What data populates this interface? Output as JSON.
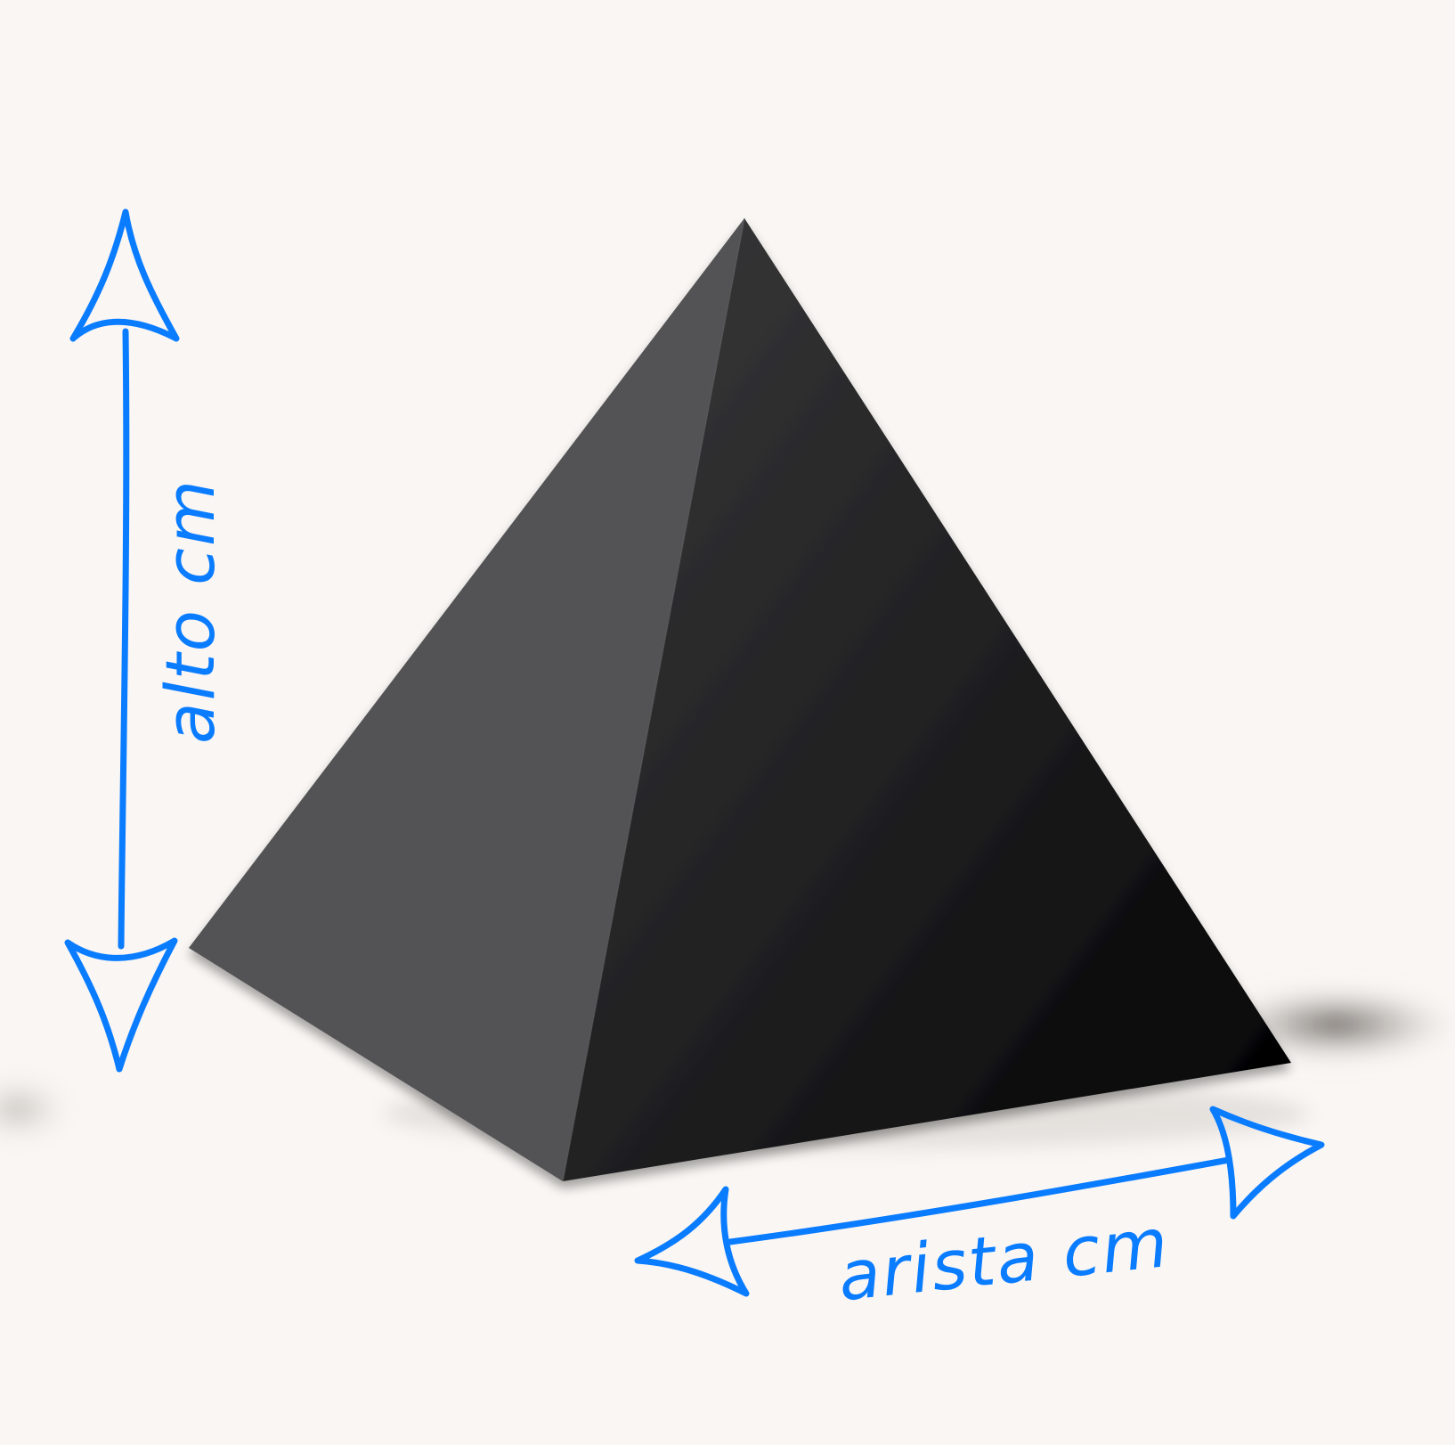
{
  "diagram": {
    "height_label": "alto cm",
    "edge_label": "arista cm",
    "colors": {
      "background": "#f9f6f3",
      "annotation": "#0a7cff",
      "left_face": "#535355",
      "right_face_light": "#3a3a3b",
      "right_face_dark": "#000000",
      "shadow": "#4a4440"
    },
    "shape": "square-pyramid"
  }
}
